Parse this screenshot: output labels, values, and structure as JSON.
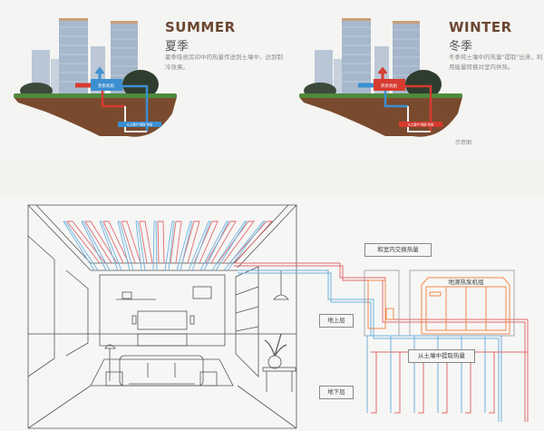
{
  "summer": {
    "title": "SUMMER",
    "title_cn": "夏季",
    "description": "夏季吸收房间中的热量传送到土壤中，达到制冷效果。",
    "unit_label": "热泵机组",
    "ground_label": "从土壤中\"提取\"热量"
  },
  "winter": {
    "title": "WINTER",
    "title_cn": "冬季",
    "description": "冬季将土壤中的热量\"提取\"出来，利用能量转换对室内供热。",
    "unit_label": "热泵机组",
    "ground_label": "从土壤中\"提取\"热量"
  },
  "note": "示意图",
  "diagram": {
    "indoor_exchange": "和室内交换热量",
    "heat_pump_unit": "地源热泵机组",
    "above_ground": "地上层",
    "extract_from_soil": "从土壤中提取热量",
    "underground": "地下层"
  },
  "colors": {
    "hot_pipe": "#e06b6b",
    "cold_pipe": "#6fb3e0",
    "unit_orange": "#f08a4b",
    "soil": "#7a4a2e",
    "grass": "#4f8a3c",
    "title_brown": "#6b4632",
    "line": "#444444"
  }
}
